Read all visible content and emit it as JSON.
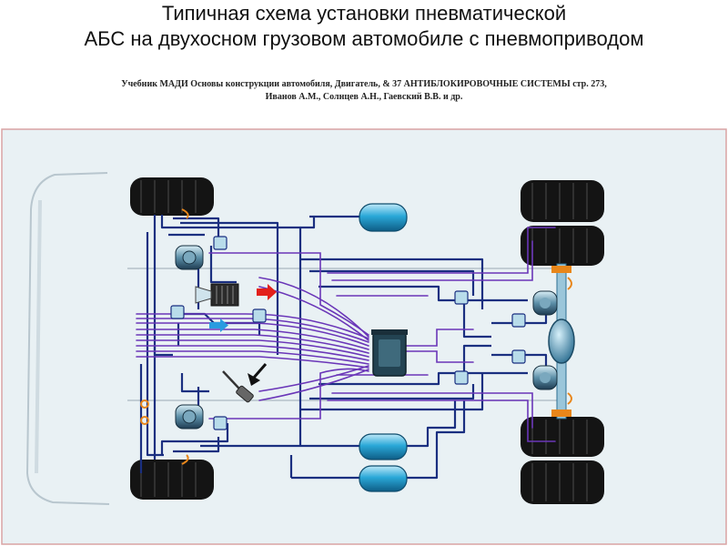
{
  "title": {
    "line1": "Типичная схема установки пневматической",
    "line2": "АБС на двухосном грузовом автомобиле с пневмоприводом"
  },
  "source": {
    "line1": "Учебник МАДИ Основы конструкции автомобиля,  Двигатель, & 37 АНТИБЛОКИРОВОЧНЫЕ СИСТЕМЫ  стр. 273,",
    "line2": "Иванов А.М., Солнцев А.Н., Гаевский В.В. и др."
  },
  "colors": {
    "frame_bg": "#e9f1f4",
    "pneumatic_line": "#1a2f80",
    "electric_line": "#6a36b8",
    "receiver": "#2aa8d8",
    "tire": "#141414",
    "arrow_red": "#e3201b",
    "arrow_blue": "#2a9be0",
    "orange_component": "#e8861a"
  },
  "icons": {
    "red_arrow": "arrow-right-icon",
    "blue_arrow": "arrow-right-icon",
    "black_arrow": "arrow-down-left-icon"
  }
}
